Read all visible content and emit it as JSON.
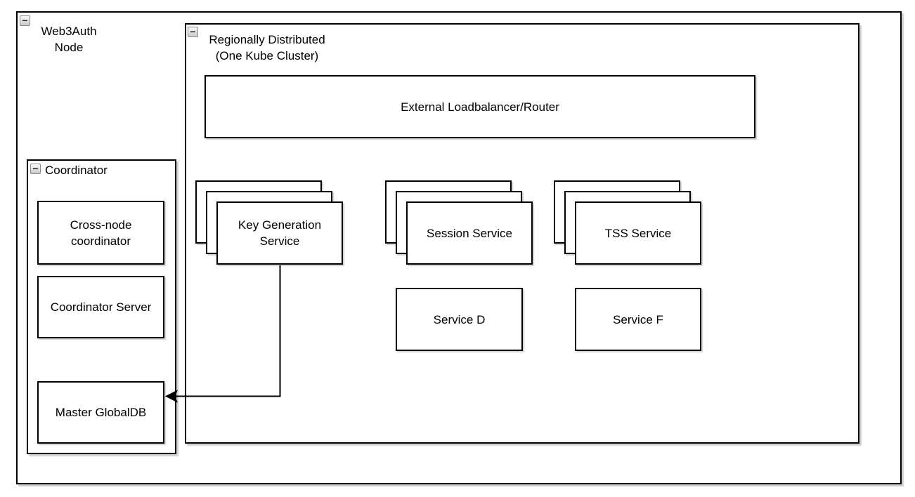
{
  "colors": {
    "canvas_bg": "#ffffff",
    "shape_fill": "#ffffff",
    "shape_border": "#000000",
    "text": "#000000",
    "collapse_border": "#8a8a8a",
    "collapse_fill": "#d9d9d9"
  },
  "icons": {
    "collapse_glyph": "−"
  },
  "containers": {
    "web3auth": {
      "label": "Web3Auth\nNode"
    },
    "regional": {
      "label": "Regionally Distributed\n(One Kube Cluster)"
    },
    "coordinator": {
      "label": "Coordinator"
    }
  },
  "nodes": {
    "loadbalancer": {
      "label": "External Loadbalancer/Router"
    },
    "keygen": {
      "label": "Key Generation\nService",
      "stacked_copies": 3
    },
    "session": {
      "label": "Session Service",
      "stacked_copies": 3
    },
    "tss": {
      "label": "TSS Service",
      "stacked_copies": 3
    },
    "service_d": {
      "label": "Service D"
    },
    "service_f": {
      "label": "Service F"
    },
    "cross_node": {
      "label": "Cross-node\ncoordinator"
    },
    "coordinator_server": {
      "label": "Coordinator Server"
    },
    "master_globaldb": {
      "label": "Master GlobalDB"
    }
  },
  "edges": [
    {
      "from": "keygen",
      "to": "master_globaldb",
      "style": "orthogonal-arrow"
    }
  ]
}
